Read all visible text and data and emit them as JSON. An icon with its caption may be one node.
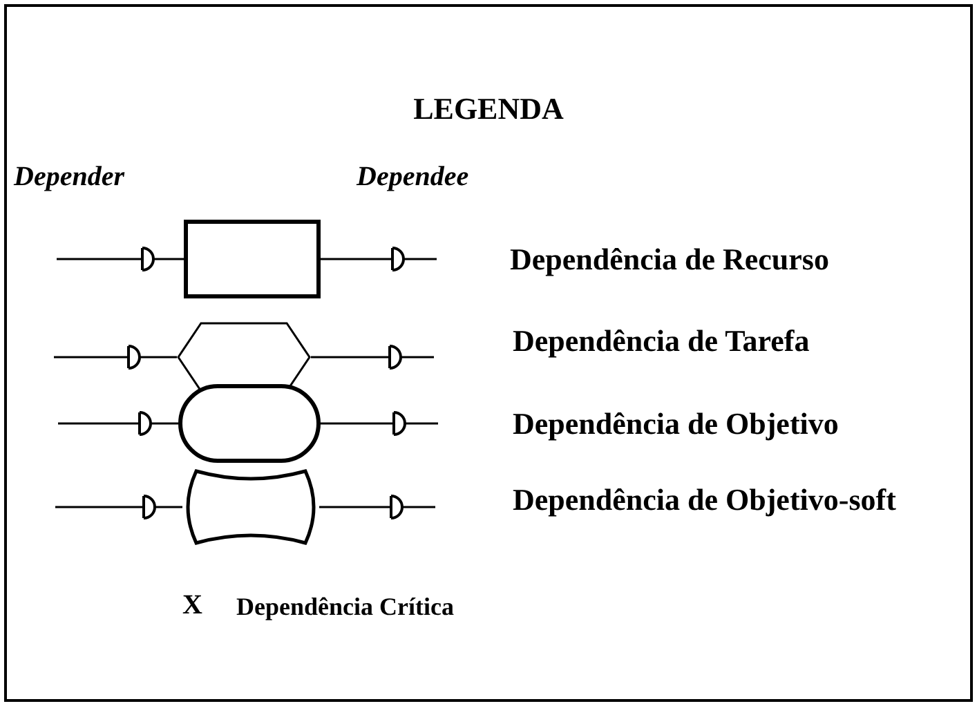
{
  "diagram": {
    "title": "LEGENDA",
    "nodes": [
      {
        "text": [],
        "shape": "box"
      },
      {
        "text": [],
        "shape": "hexagon"
      },
      {
        "text": [],
        "shape": "stadium"
      },
      {
        "text": [],
        "shape": "cloud"
      }
    ],
    "edges": [
      {
        "from": null,
        "to": 0,
        "arrow": "none"
      },
      {
        "from": 0,
        "to": null,
        "arrow": "none"
      },
      {
        "from": null,
        "to": 1,
        "arrow": "none"
      },
      {
        "from": 1,
        "to": null,
        "arrow": "none"
      },
      {
        "from": null,
        "to": 2,
        "arrow": "none"
      },
      {
        "from": 2,
        "to": null,
        "arrow": "none"
      },
      {
        "from": null,
        "to": 3,
        "arrow": "none"
      },
      {
        "from": 3,
        "to": null,
        "arrow": "none"
      }
    ],
    "labels": [
      "Depender",
      "Dependee",
      "X"
    ],
    "legend": [
      {
        "text": "Dependência de Recurso"
      },
      {
        "text": "Dependência de Tarefa"
      },
      {
        "text": "Dependência de Objetivo"
      },
      {
        "text": "Dependência de Objetivo-soft"
      },
      {
        "text": "Dependência Crítica"
      }
    ]
  }
}
